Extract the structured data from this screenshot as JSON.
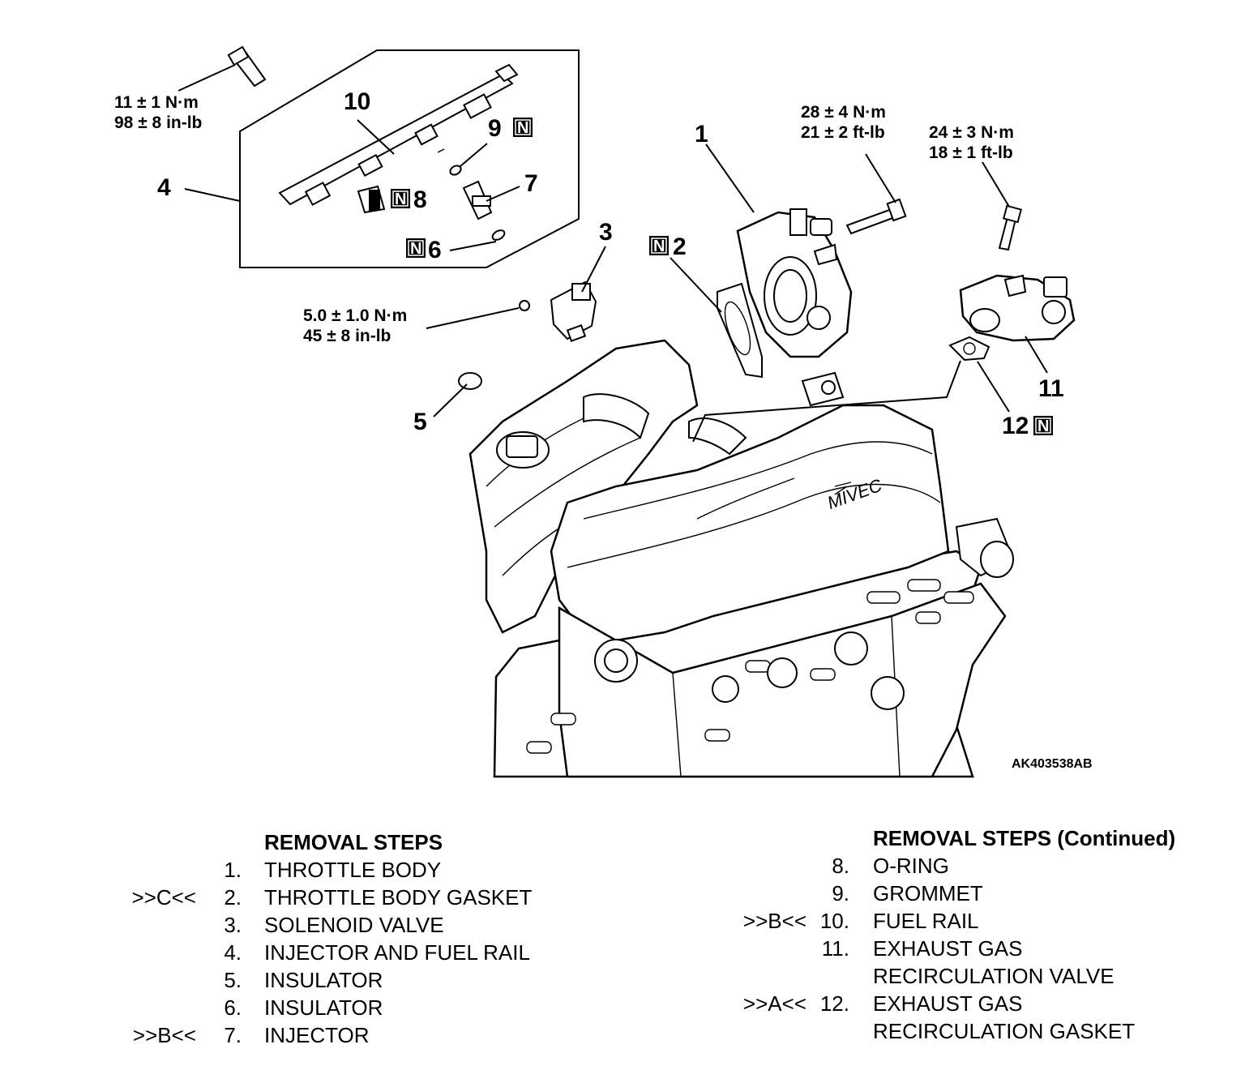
{
  "diagram": {
    "figure_code": "AK403538AB",
    "callouts": {
      "c1": "1",
      "c2": "2",
      "c3": "3",
      "c4": "4",
      "c5": "5",
      "c6": "6",
      "c7": "7",
      "c8": "8",
      "c9": "9",
      "c10": "10",
      "c11": "11",
      "c12": "12"
    },
    "replace_mark": "N",
    "torque": {
      "fuel_rail_bolt": {
        "metric": "11 ± 1 N·m",
        "imperial": "98 ± 8 in-lb"
      },
      "throttle_body_bolt": {
        "metric": "28 ± 4 N·m",
        "imperial": "21 ± 2 ft-lb"
      },
      "egr_valve_bolt": {
        "metric": "24 ± 3 N·m",
        "imperial": "18 ± 1 ft-lb"
      },
      "solenoid_bolt": {
        "metric": "5.0 ± 1.0 N·m",
        "imperial": "45 ± 8 in-lb"
      }
    },
    "engraving": "MIVEC"
  },
  "removal_steps": {
    "left": {
      "heading": "REMOVAL STEPS",
      "items": [
        {
          "mark": "",
          "index": "1.",
          "text": "THROTTLE BODY"
        },
        {
          "mark": ">>C<<",
          "index": "2.",
          "text": "THROTTLE BODY GASKET"
        },
        {
          "mark": "",
          "index": "3.",
          "text": "SOLENOID VALVE"
        },
        {
          "mark": "",
          "index": "4.",
          "text": "INJECTOR AND FUEL RAIL"
        },
        {
          "mark": "",
          "index": "5.",
          "text": "INSULATOR"
        },
        {
          "mark": "",
          "index": "6.",
          "text": "INSULATOR"
        },
        {
          "mark": ">>B<<",
          "index": "7.",
          "text": "INJECTOR"
        }
      ]
    },
    "right": {
      "heading": "REMOVAL STEPS (Continued)",
      "items": [
        {
          "mark": "",
          "index": "8.",
          "text": "O-RING"
        },
        {
          "mark": "",
          "index": "9.",
          "text": "GROMMET"
        },
        {
          "mark": ">>B<<",
          "index": "10.",
          "text": "FUEL RAIL"
        },
        {
          "mark": "",
          "index": "11.",
          "text": "EXHAUST GAS"
        },
        {
          "mark": "",
          "index": "",
          "text": "RECIRCULATION VALVE"
        },
        {
          "mark": ">>A<<",
          "index": "12.",
          "text": "EXHAUST GAS"
        },
        {
          "mark": "",
          "index": "",
          "text": "RECIRCULATION GASKET"
        }
      ]
    }
  }
}
